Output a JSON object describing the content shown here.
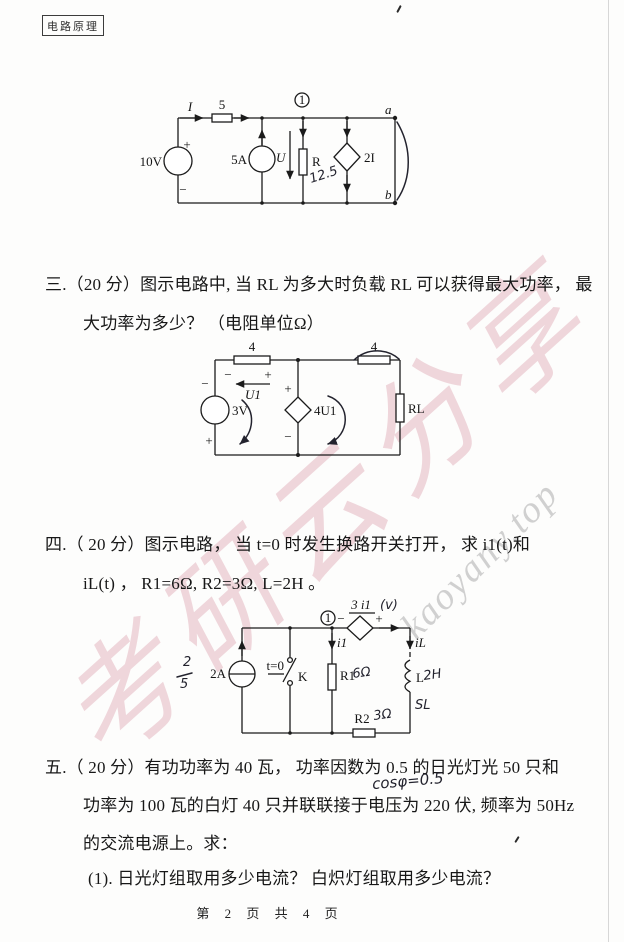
{
  "page": {
    "tag": "电路原理",
    "footer": "第 2 页 共 4 页",
    "watermark_cn": "考研云分享",
    "watermark_en": "kaoyany.top"
  },
  "sym": {
    "plus": "+",
    "minus": "−"
  },
  "q3": {
    "line1": "三.（20 分）图示电路中, 当 RL 为多大时负载 RL 可以获得最大功率， 最",
    "line2": "大功率为多少？ （电阻单位Ω）"
  },
  "q4": {
    "line1": "四.（ 20 分）图示电路， 当 t=0 时发生换路开关打开， 求 i1(t)和",
    "line2": "iL(t) ， R1=6Ω, R2=3Ω, L=2H 。"
  },
  "q5": {
    "line1": "五.（ 20 分）有功功率为 40 瓦， 功率因数为 0.5 的日光灯光 50 只和",
    "hw": "cosφ=0.5",
    "line2": "功率为 100 瓦的白灯 40 只并联联接于电压为 220 伏, 频率为 50Hz",
    "line3": "的交流电源上。求：",
    "sub1": "(1). 日光灯组取用多少电流？ 白炽灯组取用多少电流？"
  },
  "c1": {
    "vsrc": "10V",
    "i": "I",
    "r_top": "5",
    "node": "1",
    "isrc": "5A",
    "u": "U",
    "r": "R",
    "hw_r": "12.5",
    "dep": "2I",
    "a": "a",
    "b": "b"
  },
  "c2": {
    "vsrc": "3V",
    "r1": "4",
    "r2": "4",
    "u1": "U1",
    "dep": "4U1",
    "rl": "RL"
  },
  "c3": {
    "isrc": "2A",
    "hw_frac_n": "2",
    "hw_frac_d": "5",
    "sw": "t=0",
    "k": "K",
    "node": "1",
    "dep": "3 i1",
    "hw_dep": "(v)",
    "i1": "i1",
    "il": "iL",
    "r1": "R1",
    "hw_r1": "6Ω",
    "l": "L",
    "hw_l": "2H",
    "hw_sl": "SL",
    "r2": "R2",
    "hw_r2": "3Ω"
  }
}
